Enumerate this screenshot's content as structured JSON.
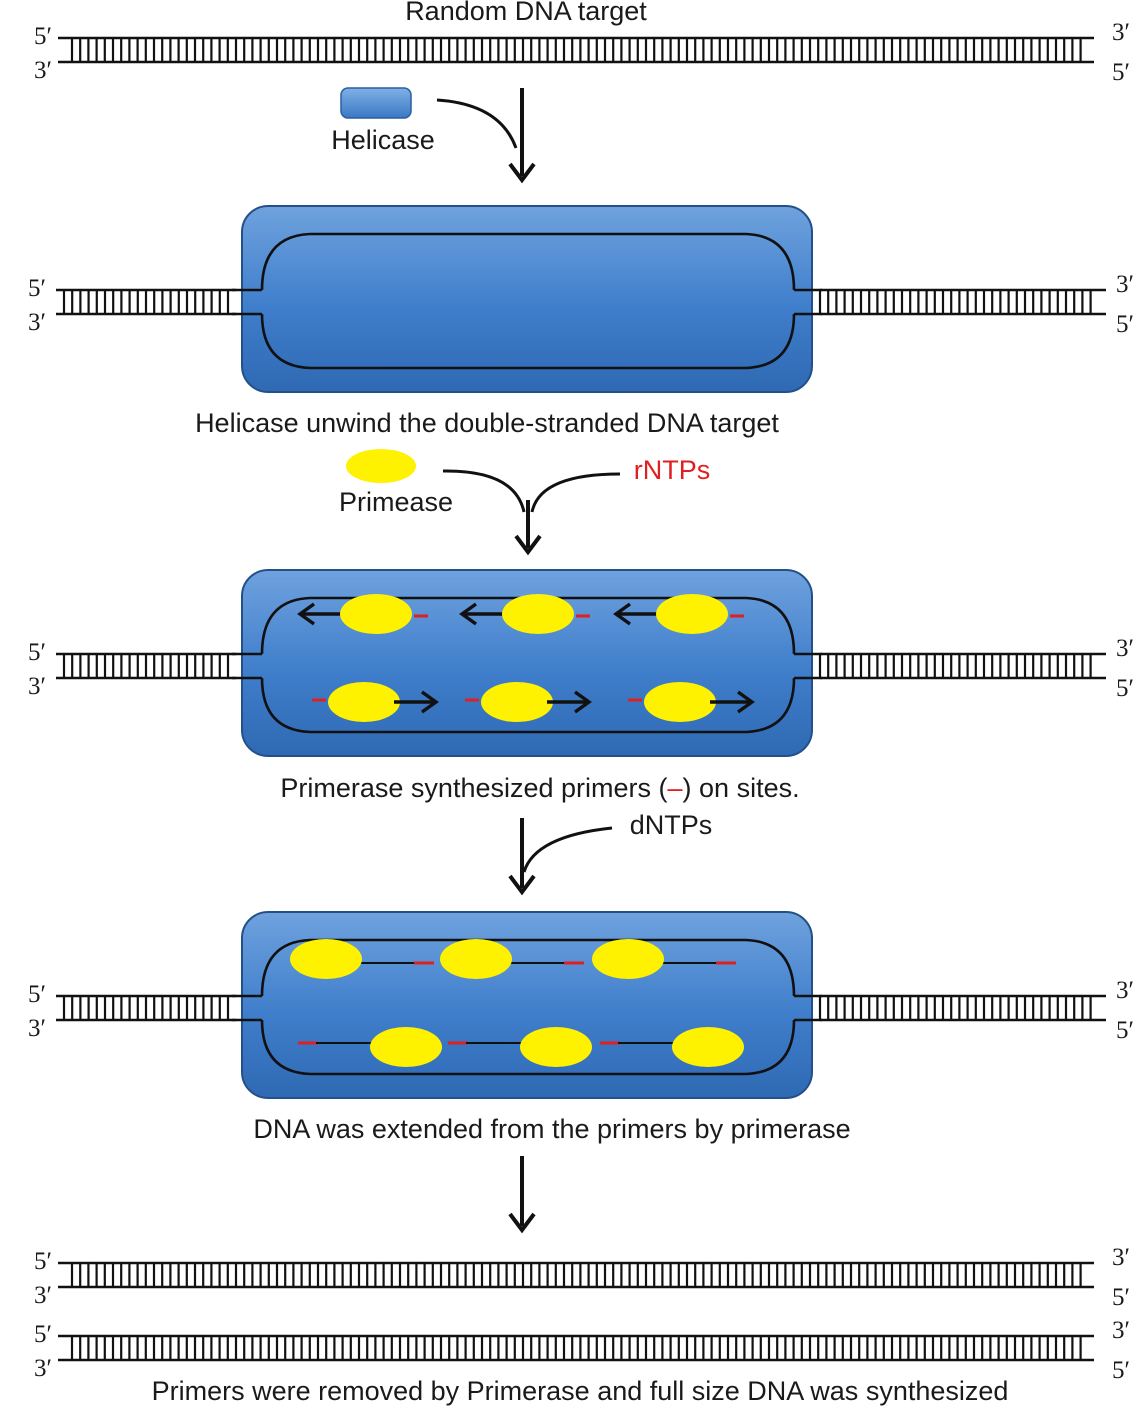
{
  "steps": {
    "s1_caption": "Random DNA target",
    "helicase_label": "Helicase",
    "s2_caption": "Helicase unwind the double-stranded DNA target",
    "primease_label": "Primease",
    "rntps_label": "rNTPs",
    "s3_caption_pre": "Primerase synthesized primers (",
    "s3_caption_dash": "–",
    "s3_caption_post": ") on sites.",
    "dntps_label": "dNTPs",
    "s4_caption": "DNA was extended from the primers by primerase",
    "s5_caption": "Primers were removed by Primerase and full size DNA was synthesized"
  },
  "strand_ends": {
    "five_prime": "5′",
    "three_prime": "3′"
  },
  "colors": {
    "bubble": "#3f7ecb",
    "bubble_light": "#6fa2de",
    "enzyme": "#fff200",
    "primer": "#e02020",
    "ink": "#111111"
  }
}
